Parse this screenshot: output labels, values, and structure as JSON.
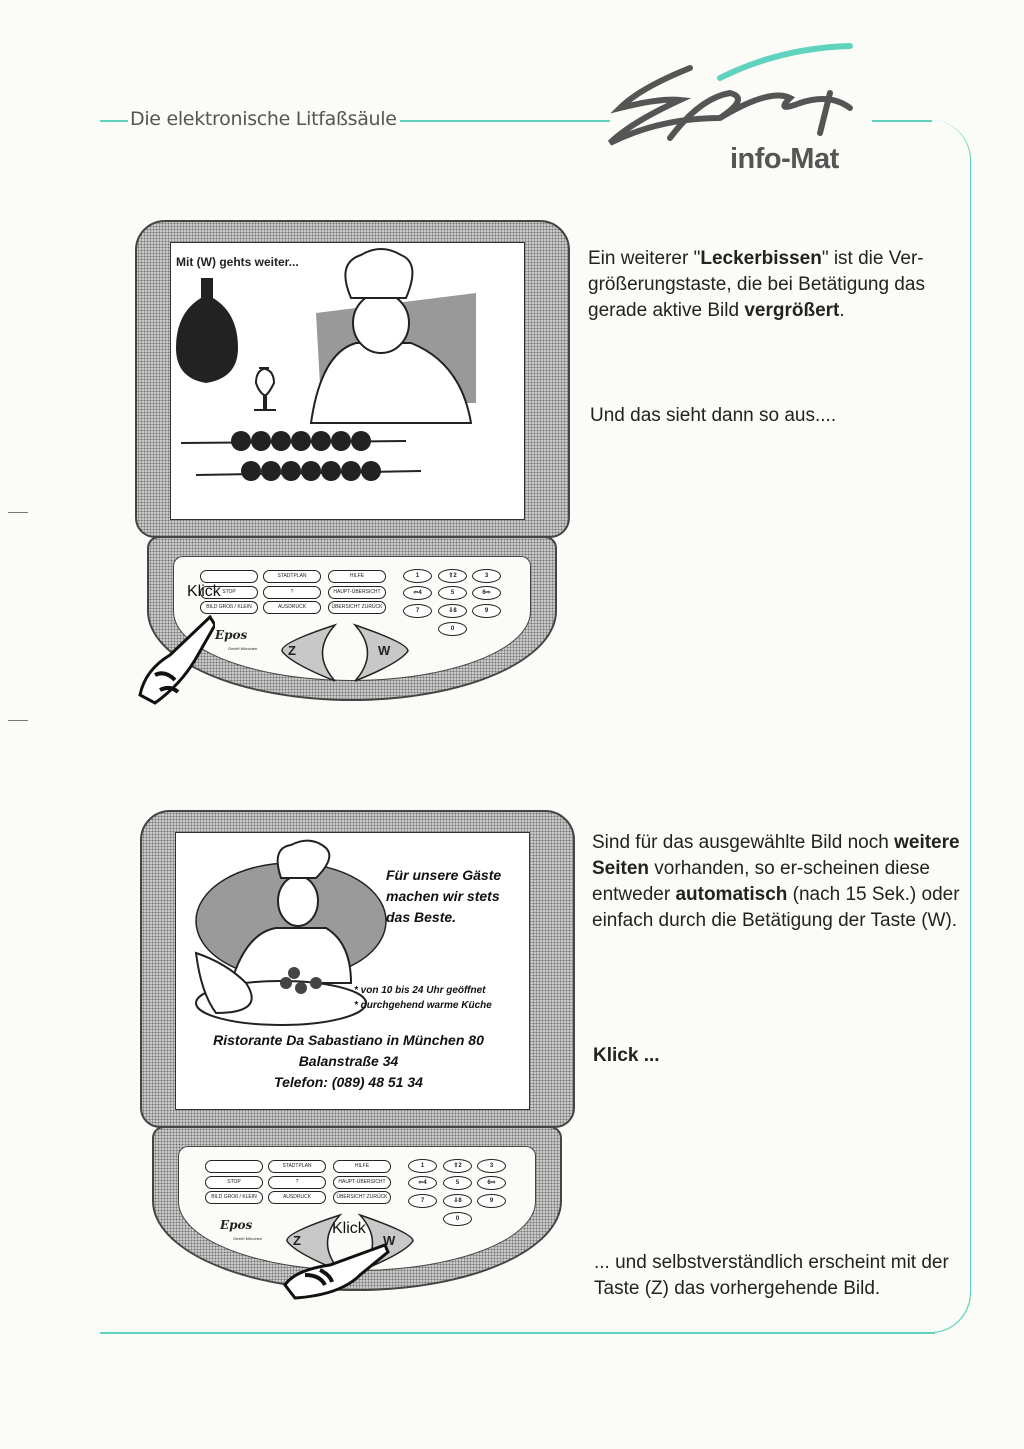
{
  "header": {
    "title": "Die elektronische Litfaßsäule",
    "logo_script": "Epos",
    "logo_sub": "info-Mat"
  },
  "colors": {
    "accent": "#5fd3bd",
    "bezel": "#c8c8c8"
  },
  "section1": {
    "p1_a": "Ein weiterer \"",
    "p1_b": "Leckerbissen",
    "p1_c": "\" ist die Ver-größerungstaste, die bei Betätigung das gerade aktive Bild ",
    "p1_d": "vergrößert",
    "p1_e": ".",
    "p2": "Und das sieht dann so aus....",
    "screen_caption": "Mit (W) gehts weiter...",
    "klick": "Klick"
  },
  "section2": {
    "p1_a": "Sind für das ausgewählte Bild noch ",
    "p1_b": "weitere Seiten",
    "p1_c": " vorhanden, so er-scheinen diese entweder ",
    "p1_d": "automatisch",
    "p1_e": " (nach 15 Sek.) oder einfach durch die Betätigung der Taste (W).",
    "klick_heading": "Klick ...",
    "p3": "... und selbstverständlich erscheint mit der Taste (Z) das vorhergehende Bild.",
    "screen": {
      "slogan": [
        "Für unsere Gäste",
        "machen wir stets",
        "das Beste."
      ],
      "notes": [
        "* von 10 bis 24 Uhr geöffnet",
        "* durchgehend warme Küche"
      ],
      "name": "Ristorante Da Sabastiano in München 80",
      "street": "Balanstraße 34",
      "phone": "Telefon: (089) 48 51 34"
    },
    "klick": "Klick"
  },
  "keypad": {
    "buttons": [
      [
        "",
        "STOP",
        "BILD GROß / KLEIN"
      ],
      [
        "STADTPLAN",
        "?",
        "AUSDRUCK"
      ],
      [
        "HILFE",
        "HAUPT-ÜBERSICHT",
        "ÜBERSICHT ZURÜCK"
      ]
    ],
    "numpad": [
      "1",
      "⇧2",
      "3",
      "⇦4",
      "5",
      "6⇨",
      "7",
      "⇩8",
      "9",
      "0"
    ],
    "z_label": "Z",
    "w_label": "W",
    "brand": "Epos",
    "brand_sub": "GmbH München"
  }
}
